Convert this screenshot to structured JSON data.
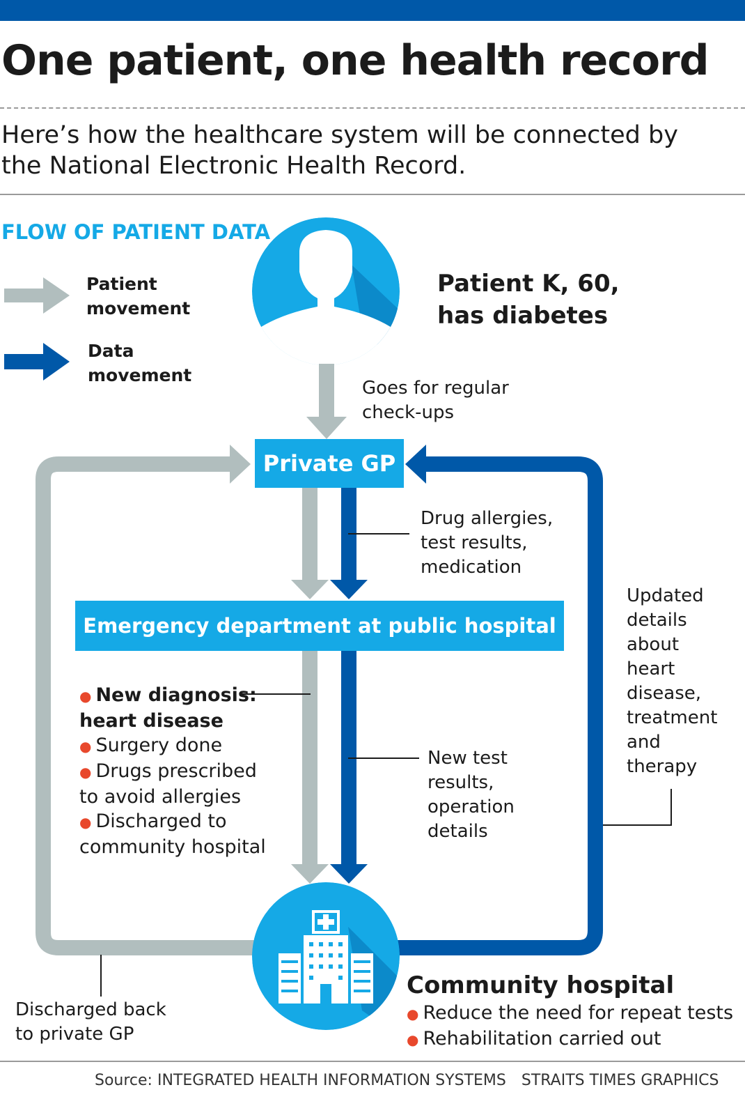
{
  "title": "One patient, one health record",
  "subtitle": "Here’s how the healthcare system will be connected by the National Electronic Health Record.",
  "section_label": "FLOW OF PATIENT DATA",
  "legend": {
    "patient_movement": {
      "line1": "Patient",
      "line2": "movement",
      "color": "#b1bebe"
    },
    "data_movement": {
      "line1": "Data",
      "line2": "movement",
      "color": "#0058a8"
    }
  },
  "patient": {
    "line1": "Patient K, 60,",
    "line2": "has diabetes",
    "icon": "person-silhouette-icon"
  },
  "notes": {
    "checkups": [
      "Goes for regular",
      "check-ups"
    ],
    "gp_to_ed": [
      "Drug allergies,",
      "test results,",
      "medication"
    ],
    "ed_to_ch": [
      "New test",
      "results,",
      "operation",
      "details"
    ],
    "ch_to_gp": [
      "Updated",
      "details",
      "about",
      "heart",
      "disease,",
      "treatment",
      "and",
      "therapy"
    ],
    "discharged_back": [
      "Discharged back",
      "to private GP"
    ]
  },
  "private_gp": "Private GP",
  "emergency_department": "Emergency department at public hospital",
  "ed_outcomes": {
    "line1": "New diagnosis:",
    "line2": "heart disease",
    "line3": "Surgery done",
    "line4": "Drugs prescribed",
    "line5": "to avoid allergies",
    "line6": "Discharged to",
    "line7": "community hospital"
  },
  "community_hospital": {
    "title": "Community hospital",
    "items": [
      "Reduce the need for repeat tests",
      "Rehabilitation carried out"
    ],
    "icon": "hospital-building-icon"
  },
  "footer": {
    "source": "Source: INTEGRATED HEALTH INFORMATION SYSTEMS",
    "credit": "STRAITS TIMES GRAPHICS"
  },
  "colors": {
    "accent_light_blue": "#15a9e6",
    "dark_blue": "#0058a8",
    "grey": "#b1bebe",
    "bullet_red": "#e8482c"
  }
}
